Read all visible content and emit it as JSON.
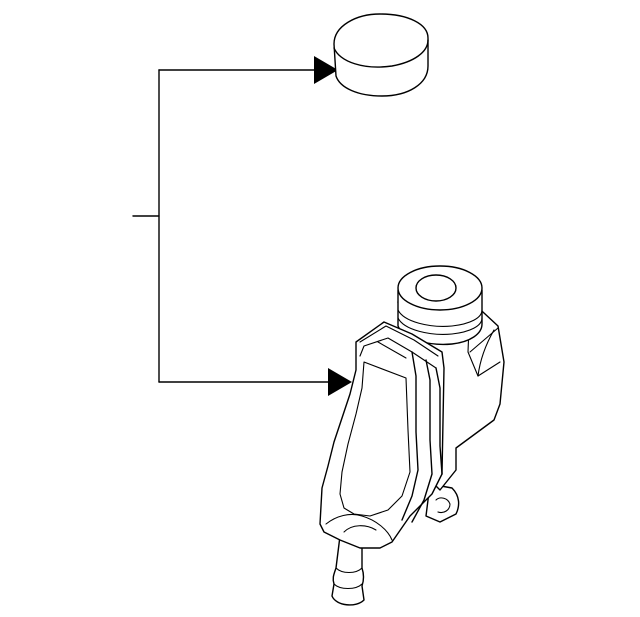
{
  "diagram": {
    "parts": [
      {
        "id": "cap",
        "icon": "reservoir-cap-icon"
      },
      {
        "id": "reservoir",
        "icon": "power-steering-reservoir-icon"
      }
    ],
    "callout": {
      "target_count": 2,
      "line_color": "#000000"
    }
  }
}
